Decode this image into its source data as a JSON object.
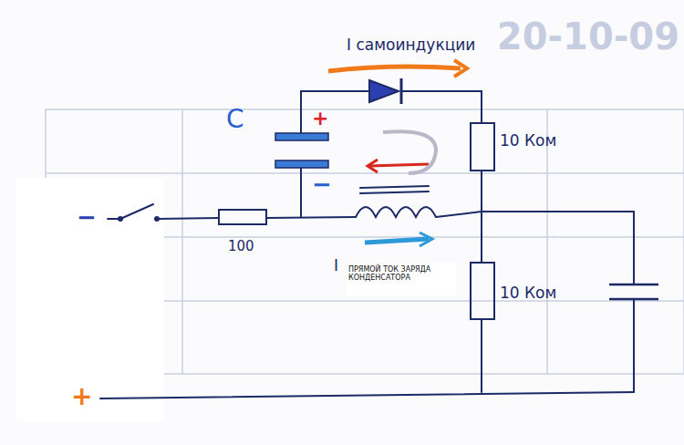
{
  "diagram": {
    "labels": [
      "20-10-09",
      "I самоиндукции",
      "C",
      "+",
      "−",
      "10 Ком",
      "−",
      "100",
      "I",
      "ПРЯМОЙ ТОК ЗАРЯДА КОНДЕНСАТОРА",
      "10 Ком",
      "+"
    ]
  }
}
